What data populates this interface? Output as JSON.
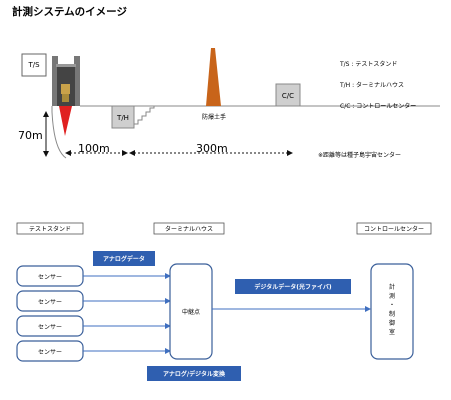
{
  "title": "計測システムのイメージ",
  "top": {
    "ts_box": "T/S",
    "th_box": "T/H",
    "cc_box": "C/C",
    "embankment_label": "防爆土手",
    "height_label": "70m",
    "dist1_label": "100m",
    "dist2_label": "300m",
    "legend": [
      "T/S : テストスタンド",
      "T/H : ターミナルハウス",
      "C/C : コントロールセンター"
    ],
    "note": "※距離等は種子島宇宙センター"
  },
  "bottom": {
    "sections": [
      "テストスタンド",
      "ターミナルハウス",
      "コントロールセンター"
    ],
    "sensors": [
      "センサー",
      "センサー",
      "センサー",
      "センサー"
    ],
    "analog_label": "アナログデータ",
    "relay_label": "中継点",
    "digital_label": "デジタルデータ(光ファイバ)",
    "conversion_label": "アナログ/デジタル変換",
    "control_label": [
      "計",
      "測",
      "・",
      "制",
      "御",
      "室"
    ]
  },
  "colors": {
    "blue_label": "#2f5fb0",
    "arrow_blue": "#3f6fc0",
    "embankment": "#c8641a",
    "gray_box": "#cfcfcf",
    "flame": "#e02020"
  }
}
